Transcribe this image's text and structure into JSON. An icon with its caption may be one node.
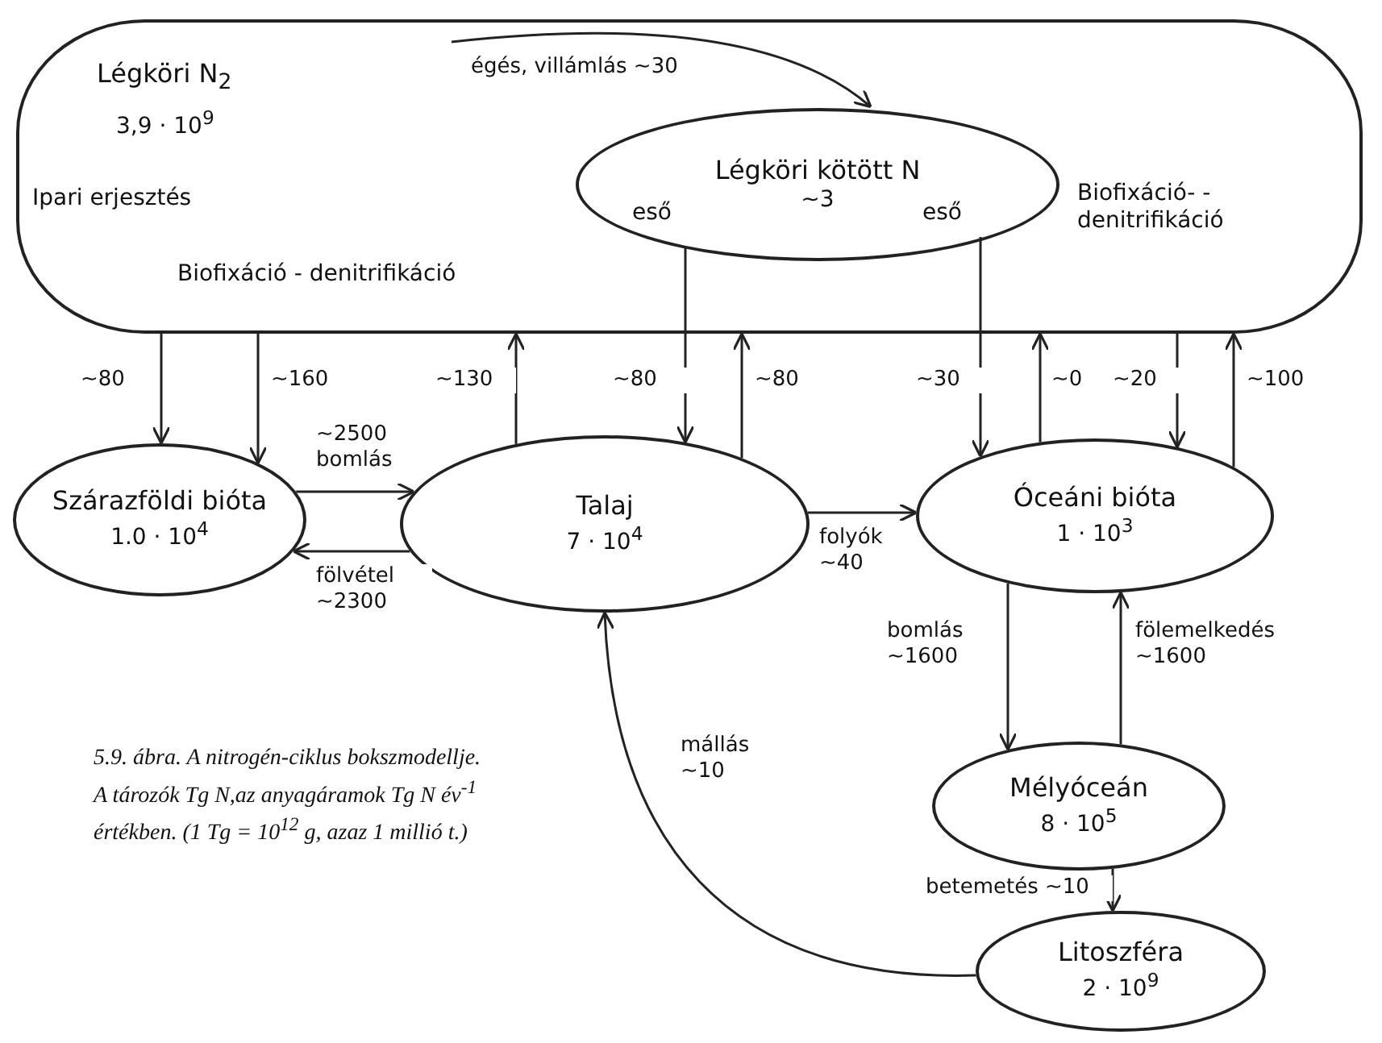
{
  "diagram": {
    "caption": "5.9. ábra. A nitrogén-ciklus bokszmodellje. A tározók Tg N,az anyagáramok Tg N év$^{-1}$ értékben. (1 Tg = 10$^{12}$ g, azaz 1 millió t.)",
    "nodes": [
      {
        "text": [
          "Légköri N$_{2}$",
          "3,9 · 10$^{9}$"
        ]
      },
      {
        "text": [
          "Légköri kötött N",
          "~3"
        ],
        "in": 0
      },
      {
        "text": [
          "Szárazföldi bióta",
          "1.0 · 10$^{4}$"
        ]
      },
      {
        "text": [
          "Talaj",
          "7 · 10$^{4}$"
        ]
      },
      {
        "text": [
          "Óceáni bióta",
          "1 · 10$^{3}$"
        ]
      },
      {
        "text": [
          "Mélyóceán",
          "8 · 10$^{5}$"
        ]
      },
      {
        "text": [
          "Litoszféra",
          "2 · 10$^{9}$"
        ]
      }
    ],
    "edges": [
      {
        "from": 0,
        "to": 1,
        "arrow": "to",
        "label": "égés, villámlás ~30"
      },
      {
        "from": 0,
        "to": 2,
        "arrow": "to",
        "label": "~80"
      },
      {
        "from": 0,
        "to": 2,
        "arrow": "to",
        "label": "~160"
      },
      {
        "from": 3,
        "to": 0,
        "arrow": "to",
        "label": "~130"
      },
      {
        "from": 1,
        "to": 3,
        "arrow": "to",
        "label": "~80"
      },
      {
        "from": 3,
        "to": 0,
        "arrow": "to",
        "label": "~80"
      },
      {
        "from": 1,
        "to": 4,
        "arrow": "to",
        "label": "~30"
      },
      {
        "from": 4,
        "to": 0,
        "arrow": "to",
        "label": "~0"
      },
      {
        "from": 0,
        "to": 4,
        "arrow": "to",
        "label": "~20"
      },
      {
        "from": 4,
        "to": 0,
        "arrow": "to",
        "label": "~100"
      },
      {
        "from": 2,
        "to": 3,
        "arrow": "to",
        "label": "~2500 bomlás"
      },
      {
        "from": 3,
        "to": 2,
        "arrow": "to",
        "label": "fölvétel ~2300"
      },
      {
        "from": 3,
        "to": 4,
        "arrow": "to",
        "label": "folyók ~40"
      },
      {
        "from": 4,
        "to": 5,
        "arrow": "to",
        "label": "bomlás ~1600"
      },
      {
        "from": 5,
        "to": 4,
        "arrow": "to",
        "label": "fölemelkedés ~1600"
      },
      {
        "from": 5,
        "to": 6,
        "arrow": "to",
        "label": "betemetés ~10"
      },
      {
        "from": 6,
        "to": 3,
        "arrow": "to",
        "label": "mállás ~10"
      }
    ],
    "labels": [
      "Ipari erjesztés",
      "Biofixáció - denitrifikáció",
      "eső",
      "eső",
      "Biofixáció- - denitrifikáció"
    ]
  }
}
